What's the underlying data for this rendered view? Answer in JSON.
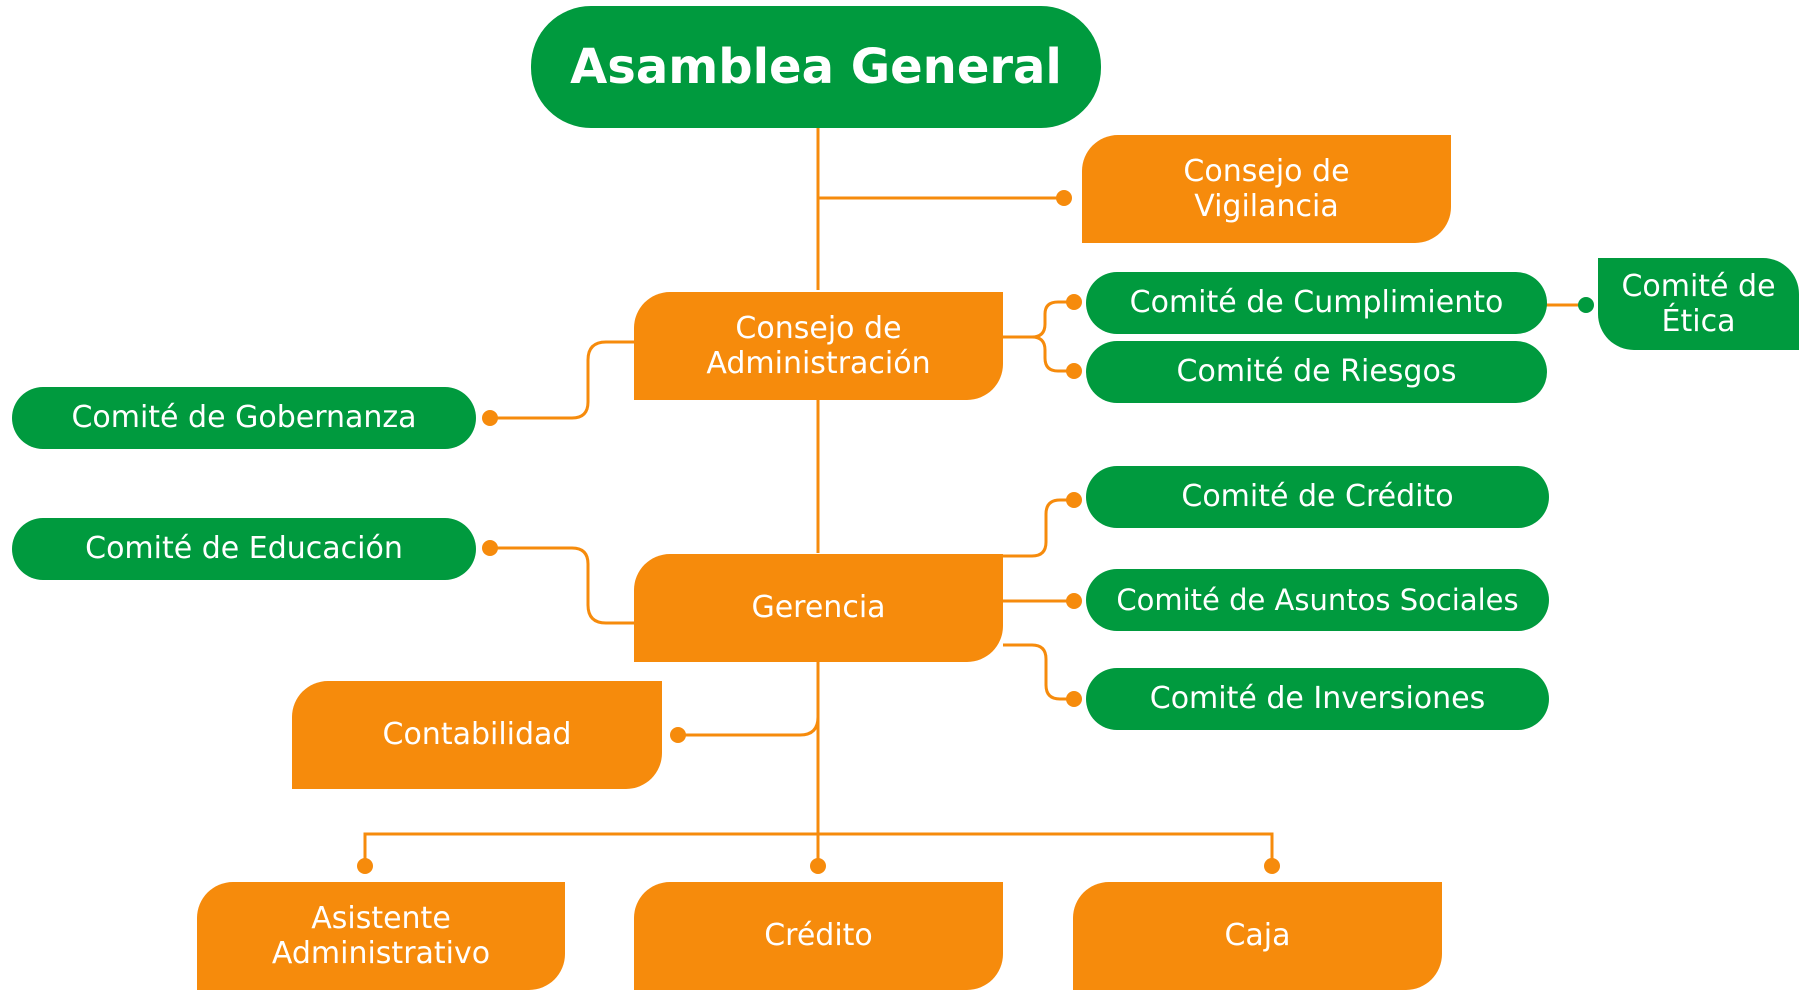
{
  "top": {
    "label": "Asamblea General"
  },
  "consejo_vigilancia": {
    "label": "Consejo de\nVigilancia"
  },
  "consejo_administracion": {
    "label": "Consejo de\nAdministración"
  },
  "comite_cumplimiento": {
    "label": "Comité de Cumplimiento"
  },
  "comite_etica": {
    "label": "Comité de\nÉtica"
  },
  "comite_riesgos": {
    "label": "Comité de Riesgos"
  },
  "comite_gobernanza": {
    "label": "Comité de Gobernanza"
  },
  "comite_credito": {
    "label": "Comité de Crédito"
  },
  "comite_educacion": {
    "label": "Comité de Educación"
  },
  "gerencia": {
    "label": "Gerencia"
  },
  "comite_asuntos_sociales": {
    "label": "Comité de Asuntos Sociales"
  },
  "comite_inversiones": {
    "label": "Comité de Inversiones"
  },
  "contabilidad": {
    "label": "Contabilidad"
  },
  "asistente_administrativo": {
    "label": "Asistente\nAdministrativo"
  },
  "credito": {
    "label": "Crédito"
  },
  "caja": {
    "label": "Caja"
  },
  "colors": {
    "green": "#009a3e",
    "orange": "#f68b0c",
    "background": "#ffffff"
  }
}
